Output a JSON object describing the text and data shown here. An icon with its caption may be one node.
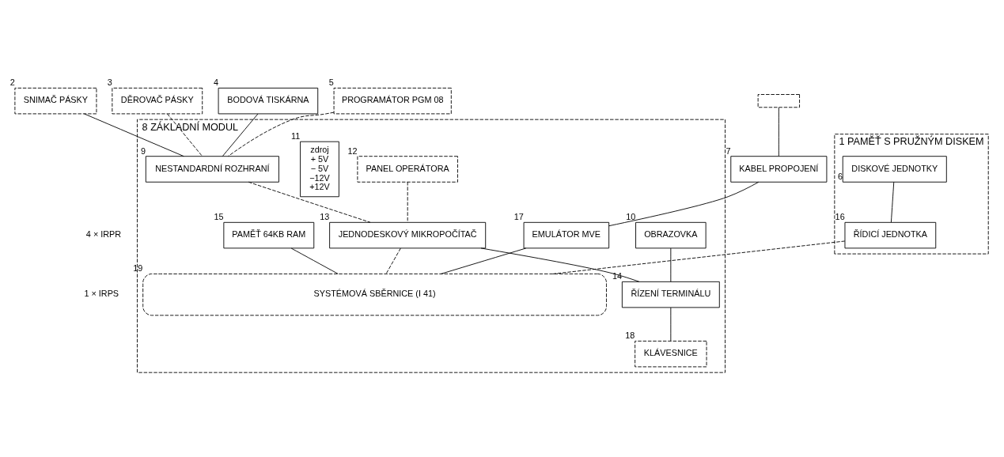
{
  "diagram": {
    "nodes": [
      {
        "text": [
          "SNIMAČ PÁSKY"
        ],
        "beside": [
          "2"
        ]
      },
      {
        "text": [
          "DĚROVAČ PÁSKY"
        ],
        "beside": [
          "3"
        ]
      },
      {
        "text": [
          "BODOVÁ TISKÁRNA"
        ],
        "beside": [
          "4"
        ]
      },
      {
        "text": [
          "PROGRAMÁTOR PGM 08"
        ],
        "beside": [
          "5"
        ]
      },
      {
        "text": [
          "PAMĚŤ S PRUŽNÝM DISKEM"
        ],
        "beside": [
          "1"
        ]
      },
      {
        "text": [
          "DISKOVÉ JEDNOTKY"
        ],
        "beside": [
          "6"
        ],
        "in": 4
      },
      {
        "text": [],
        "shape": "box"
      },
      {
        "text": [
          "KABEL PROPOJENÍ"
        ],
        "beside": [
          "7"
        ]
      },
      {
        "text": [
          "ZÁKLADNÍ MODUL"
        ],
        "beside": [
          "8"
        ]
      },
      {
        "text": [
          "NESTANDARDNÍ ROZHRANÍ"
        ],
        "beside": [
          "9"
        ],
        "in": 8
      },
      {
        "text": [
          "OBRAZOVKA"
        ],
        "beside": [
          "10"
        ],
        "in": 8
      },
      {
        "text": [
          "zdroj",
          "+ 5V",
          "− 5V",
          "−12V",
          "+12V"
        ],
        "beside": [
          "11"
        ],
        "in": 8
      },
      {
        "text": [
          "PANEL OPERÁTORA"
        ],
        "beside": [
          "12"
        ],
        "in": 8
      },
      {
        "text": [
          "JEDNODESKOVÝ MIKROPOČÍTAČ"
        ],
        "beside": [
          "13"
        ],
        "in": 8
      },
      {
        "text": [
          "ŘÍZENÍ TERMINÁLU"
        ],
        "beside": [
          "14"
        ],
        "in": 8
      },
      {
        "text": [
          "PAMĚŤ 64KB RAM"
        ],
        "beside": [
          "15"
        ],
        "in": 8
      },
      {
        "text": [
          "ŘÍDICÍ JEDNOTKA"
        ],
        "beside": [
          "16"
        ],
        "in": 4
      },
      {
        "text": [
          "EMULÁTOR MVE"
        ],
        "beside": [
          "17"
        ],
        "in": 8
      },
      {
        "text": [
          "KLÁVESNICE"
        ],
        "beside": [
          "18"
        ],
        "in": 8
      },
      {
        "text": [
          "SYSTÉMOVÁ SBĚRNICE (I 41)"
        ],
        "beside": [
          "19"
        ],
        "in": 8
      }
    ],
    "edges": [
      {
        "from": 0,
        "to": 9,
        "arrow": "none"
      },
      {
        "from": 1,
        "to": 9,
        "arrow": "none",
        "style": "dashed"
      },
      {
        "from": 2,
        "to": 9,
        "arrow": "none"
      },
      {
        "from": 3,
        "to": 9,
        "arrow": "none",
        "style": "dashed"
      },
      {
        "from": 6,
        "to": 7,
        "arrow": "none"
      },
      {
        "from": 5,
        "to": 16,
        "arrow": "none"
      },
      {
        "from": 7,
        "to": 17,
        "arrow": "none"
      },
      {
        "from": 9,
        "to": 13,
        "arrow": "none",
        "style": "dashed"
      },
      {
        "from": 12,
        "to": 13,
        "arrow": "none",
        "style": "dashed"
      },
      {
        "from": 13,
        "to": 14,
        "arrow": "none"
      },
      {
        "from": 10,
        "to": 14,
        "arrow": "none"
      },
      {
        "from": 14,
        "to": 18,
        "arrow": "none"
      },
      {
        "from": 13,
        "to": 19,
        "arrow": "none",
        "style": "dashed"
      },
      {
        "from": 15,
        "to": 19,
        "arrow": "none"
      },
      {
        "from": 16,
        "to": 19,
        "arrow": "none",
        "style": "dashed"
      },
      {
        "from": 17,
        "to": 19,
        "arrow": "none"
      }
    ],
    "labels": [
      "4 × IRPR",
      "1 × IRPS"
    ]
  }
}
